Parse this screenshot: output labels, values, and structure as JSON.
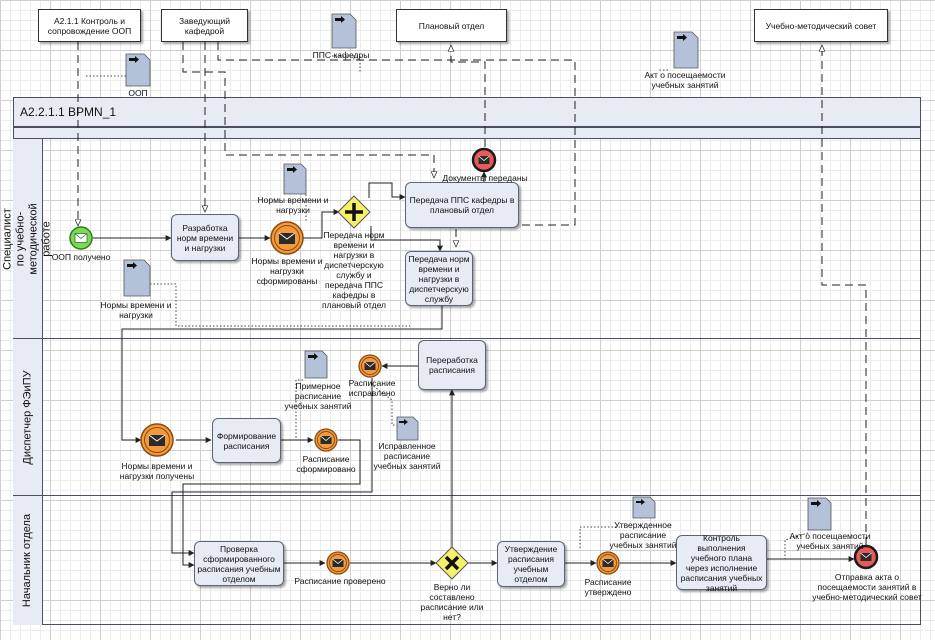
{
  "external": {
    "control_oop": "А2.1.1 Контроль и сопровождение ООП",
    "head_of_dept": "Заведующий кафедрой",
    "planning_dept": "Плановый отдел",
    "academic_council": "Учебно-методический совет"
  },
  "pool": {
    "title": "А2.2.1.1 BPMN_1"
  },
  "lanes": {
    "specialist": "Специалист по учебно-методической работе",
    "dispatcher": "Диспетчер ФЭиПУ",
    "head": "Начальник отдела"
  },
  "tasks": {
    "develop_norms": "Разработка норм времени и нагрузки",
    "transfer_pps": "Передача ППС кафедры в плановый отдел",
    "transfer_norms": "Передача норм времени и нагрузки в диспетчерскую службу",
    "rework_schedule": "Переработка расписания",
    "form_schedule": "Формирование расписания",
    "check_schedule": "Проверка сформированного расписания учебным отделом",
    "approve_schedule": "Утверждение расписания учебным отделом",
    "control_plan": "Контроль выполнения учебного плана через исполнение расписания учебных занятий"
  },
  "events": {
    "oop_received": "ООП получено",
    "norms_formed": "Нормы времени и нагрузки сформированы",
    "docs_transferred": "Документы переданы",
    "norms_received": "Нормы времени и нагрузки получены",
    "schedule_formed": "Расписание сформировано",
    "schedule_fixed": "Расписание исправлено",
    "schedule_checked": "Расписание проверено",
    "schedule_approved": "Расписание утверждено",
    "act_sent": "Отправка акта о посещаемости занятий в учебно-методический совет"
  },
  "gateways": {
    "parallel": "Передача норм времени и нагрузки в диспетчерскую службу и передача ППС кафедры в плановый отдел",
    "decision": "Верно ли составлено расписание или нет?"
  },
  "documents": {
    "oop": "ООП",
    "pps": "ППС кафедры",
    "act_top": "Акт о посещаемости учебных занятий",
    "norms_doc": "Нормы времени и нагрузки",
    "norms_doc2": "Нормы времени и нагрузки",
    "draft_schedule": "Примерное расписание учебных занятий",
    "fixed_schedule": "Исправленное расписание учебных занятий",
    "approved_schedule": "Утвержденное расписание учебных занятий",
    "act_bottom": "Акт о посещаемости учебных занятий"
  },
  "colors": {
    "task_fill": "#e7ebf3",
    "start_event": "#7ed957",
    "intermediate_event": "#f39a3c",
    "end_event": "#e85a5a",
    "gateway": "#f6f06a",
    "document": "#b3c2d9"
  }
}
